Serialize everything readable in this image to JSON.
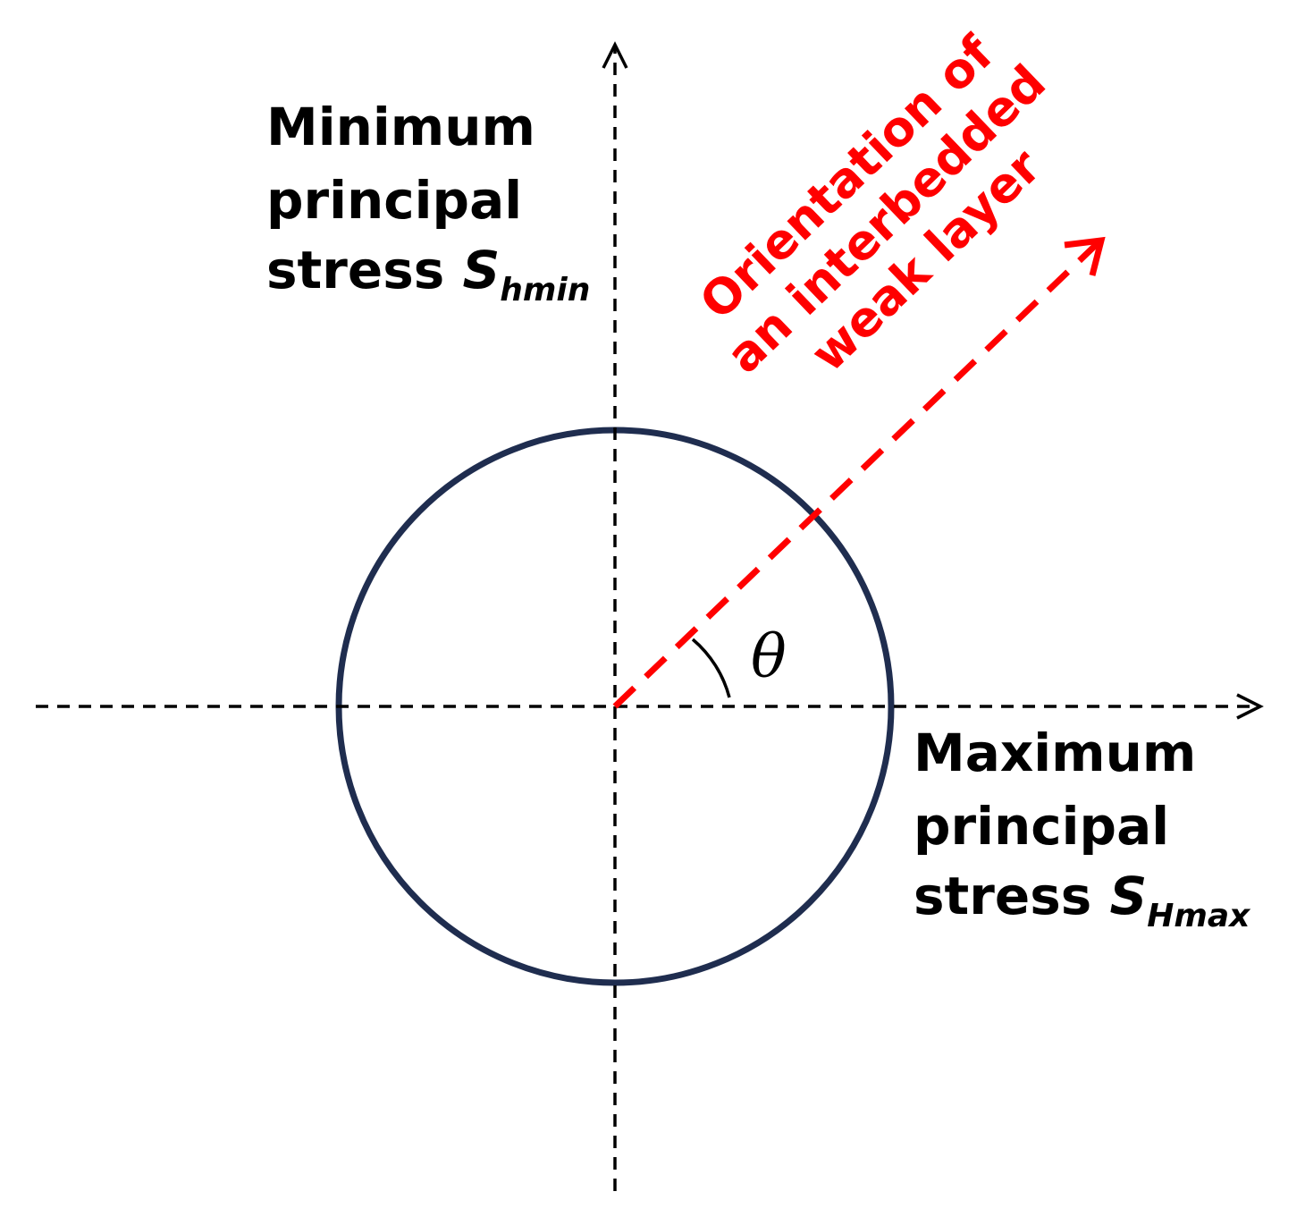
{
  "colors": {
    "axis": "#000000",
    "circle": "#1f2d4f",
    "weak_layer": "#ff0000"
  },
  "labels": {
    "minimum": {
      "line1": "Minimum",
      "line2": "principal",
      "line3": "stress ",
      "symbol": "S",
      "subscript": "hmin"
    },
    "maximum": {
      "line1": "Maximum",
      "line2": "principal",
      "line3": "stress ",
      "symbol": "S",
      "subscript": "Hmax"
    },
    "weak_layer": {
      "line1": "Orientation of",
      "line2": "an interbedded",
      "line3": "weak layer"
    },
    "angle": "θ"
  },
  "weak_layer_angle_deg": 40
}
